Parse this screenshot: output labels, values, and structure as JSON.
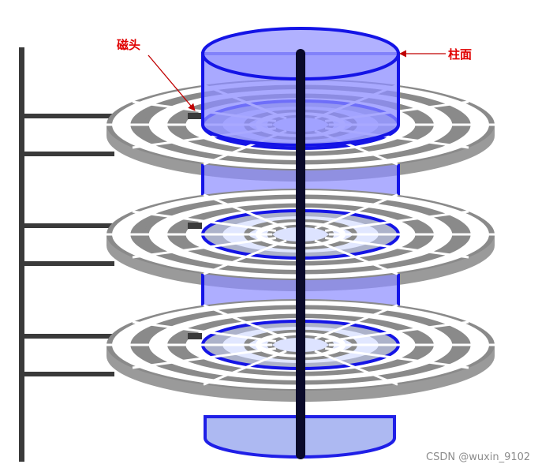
{
  "labels": {
    "head": "磁头",
    "cylinder": "柱面"
  },
  "watermark": "CSDN @wuxin_9102",
  "platter_count": 3,
  "tracks_per_platter": 7,
  "sectors_per_platter": 12,
  "colors": {
    "platter": "#8a8a8a",
    "platter_gap": "#ffffff",
    "cylinder_outline": "#1414e6",
    "cylinder_fill": "#8c8cff",
    "cylinder_inner": "#c9d3ff",
    "spindle": "#0a0a2a",
    "arm": "#3a3a3a",
    "label": "#e00000",
    "watermark": "#8c8c8c"
  }
}
